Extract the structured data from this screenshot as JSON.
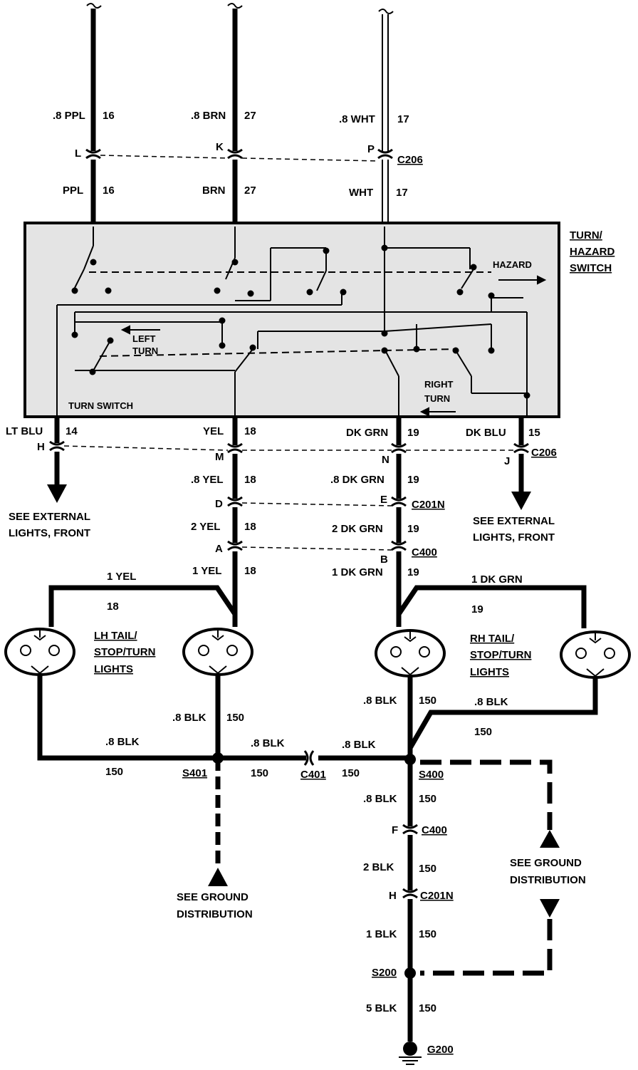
{
  "switch": {
    "title_line1": "TURN/",
    "title_line2": "HAZARD",
    "title_line3": "SWITCH",
    "hazard": "HAZARD",
    "left_turn_1": "LEFT",
    "left_turn_2": "TURN",
    "right_turn_1": "RIGHT",
    "right_turn_2": "TURN",
    "turn_switch": "TURN SWITCH"
  },
  "top_wires": {
    "w1_upper": ".8 PPL",
    "w1_upper_ckt": "16",
    "w1_pin": "L",
    "w1_lower": "PPL",
    "w1_lower_ckt": "16",
    "w2_upper": ".8 BRN",
    "w2_upper_ckt": "27",
    "w2_pin": "K",
    "w2_lower": "BRN",
    "w2_lower_ckt": "27",
    "w3_upper": ".8 WHT",
    "w3_upper_ckt": "17",
    "w3_pin": "P",
    "w3_lower": "WHT",
    "w3_lower_ckt": "17",
    "connector": "C206"
  },
  "bottom_wires": {
    "ltblu": "LT BLU",
    "ltblu_ckt": "14",
    "ltblu_pin": "H",
    "yel": "YEL",
    "yel_ckt": "18",
    "yel_pin": "M",
    "dkgrn": "DK GRN",
    "dkgrn_ckt": "19",
    "dkgrn_pin": "N",
    "dkblu": "DK BLU",
    "dkblu_ckt": "15",
    "dkblu_pin": "J",
    "c206": "C206",
    "yel2": ".8 YEL",
    "yel2_ckt": "18",
    "yel2_pin": "D",
    "dkgrn2": ".8 DK GRN",
    "dkgrn2_ckt": "19",
    "dkgrn2_pin": "E",
    "c201n": "C201N",
    "yel3": "2 YEL",
    "yel3_ckt": "18",
    "yel3_pin": "A",
    "dkgrn3": "2 DK GRN",
    "dkgrn3_ckt": "19",
    "dkgrn3_pin": "B",
    "c400": "C400",
    "yel4": "1 YEL",
    "yel4_ckt": "18",
    "dkgrn4": "1 DK GRN",
    "dkgrn4_ckt": "19",
    "yel5": "1 YEL",
    "yel5_ckt": "18",
    "dkgrn5": "1 DK GRN",
    "dkgrn5_ckt": "19",
    "see_ext_1a": "SEE EXTERNAL",
    "see_ext_1b": "LIGHTS, FRONT",
    "see_ext_2a": "SEE EXTERNAL",
    "see_ext_2b": "LIGHTS, FRONT"
  },
  "lamps": {
    "lh_1": "LH TAIL/",
    "lh_2": "STOP/TURN",
    "lh_3": "LIGHTS",
    "rh_1": "RH TAIL/",
    "rh_2": "STOP/TURN",
    "rh_3": "LIGHTS"
  },
  "ground": {
    "lh_blk": ".8 BLK",
    "lh_blk_ckt": "150",
    "lh2_blk": ".8 BLK",
    "lh2_blk_ckt": "150",
    "s401": "S401",
    "mid_blk": ".8 BLK",
    "mid_blk_ckt": "150",
    "c401": "C401",
    "mid2_blk": ".8 BLK",
    "mid2_blk_ckt": "150",
    "rh_blk": ".8 BLK",
    "rh_blk_ckt": "150",
    "rh2_blk": ".8 BLK",
    "rh2_blk_ckt": "150",
    "s400": "S400",
    "g1_blk": ".8 BLK",
    "g1_blk_ckt": "150",
    "g_pin_f": "F",
    "c400": "C400",
    "g2_blk": "2 BLK",
    "g2_blk_ckt": "150",
    "g_pin_h": "H",
    "c201n": "C201N",
    "g3_blk": "1 BLK",
    "g3_blk_ckt": "150",
    "s200": "S200",
    "g4_blk": "5 BLK",
    "g4_blk_ckt": "150",
    "g200": "G200",
    "see_gnd_1a": "SEE GROUND",
    "see_gnd_1b": "DISTRIBUTION",
    "see_gnd_2a": "SEE GROUND",
    "see_gnd_2b": "DISTRIBUTION"
  }
}
